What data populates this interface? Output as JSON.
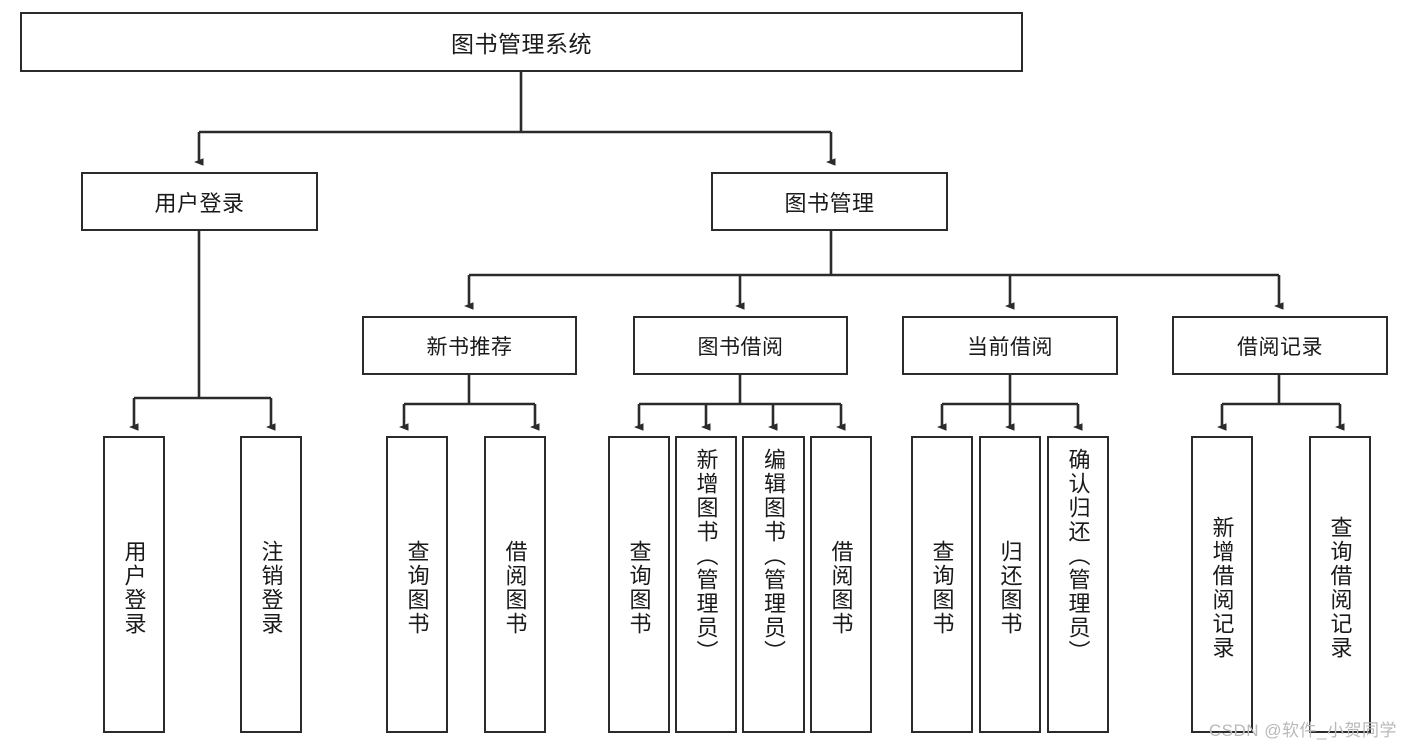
{
  "diagram": {
    "title": "图书管理系统",
    "type": "tree-hierarchy-chart",
    "colors": {
      "border": "#2b2b2b",
      "background": "#ffffff",
      "text": "#1a1a1a",
      "watermark": "#b9b9b9"
    }
  },
  "root": {
    "label": "图书管理系统"
  },
  "level2": [
    {
      "label": "用户登录"
    },
    {
      "label": "图书管理"
    }
  ],
  "level3": [
    {
      "label": "新书推荐"
    },
    {
      "label": "图书借阅"
    },
    {
      "label": "当前借阅"
    },
    {
      "label": "借阅记录"
    }
  ],
  "leaves": {
    "user_login": [
      {
        "label": "用户登录"
      },
      {
        "label": "注销登录"
      }
    ],
    "new_book_recommend": [
      {
        "label": "查询图书"
      },
      {
        "label": "借阅图书"
      }
    ],
    "book_borrow": [
      {
        "label": "查询图书"
      },
      {
        "label": "新增图书（管理员）"
      },
      {
        "label": "编辑图书（管理员）"
      },
      {
        "label": "借阅图书"
      }
    ],
    "current_borrow": [
      {
        "label": "查询图书"
      },
      {
        "label": "归还图书"
      },
      {
        "label": "确认归还（管理员）"
      }
    ],
    "borrow_record": [
      {
        "label": "新增借阅记录"
      },
      {
        "label": "查询借阅记录"
      }
    ]
  },
  "watermark": {
    "text": "CSDN @软件_小贺同学"
  }
}
